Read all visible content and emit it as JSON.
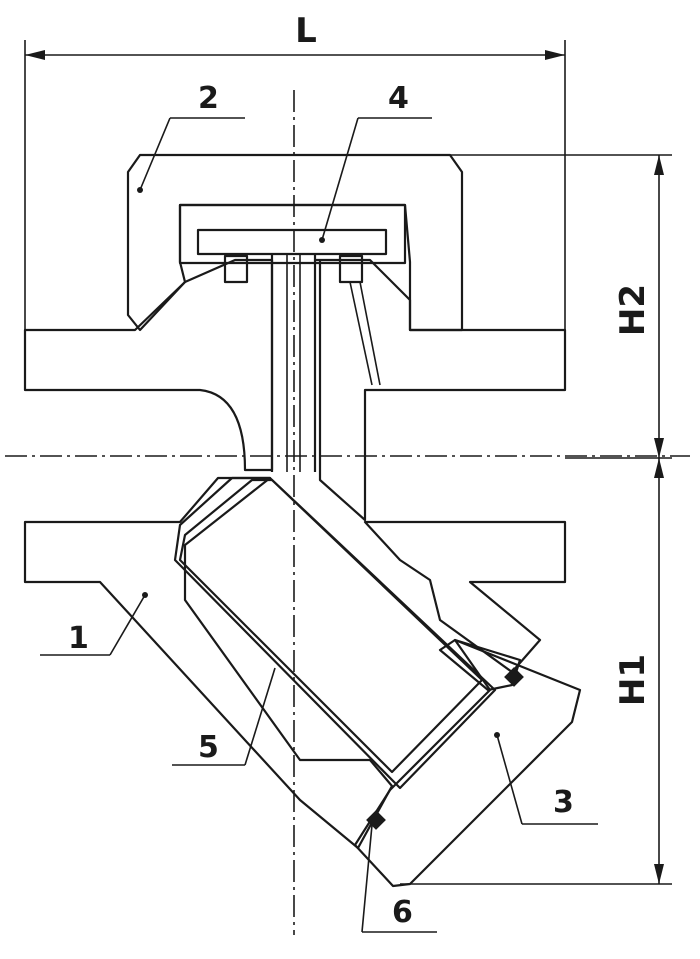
{
  "dimensions": {
    "length": "L",
    "height_upper": "H2",
    "height_lower": "H1"
  },
  "callouts": [
    "1",
    "2",
    "3",
    "4",
    "5",
    "6"
  ],
  "colors": {
    "ink": "#1a1a1a",
    "background": "#ffffff"
  }
}
